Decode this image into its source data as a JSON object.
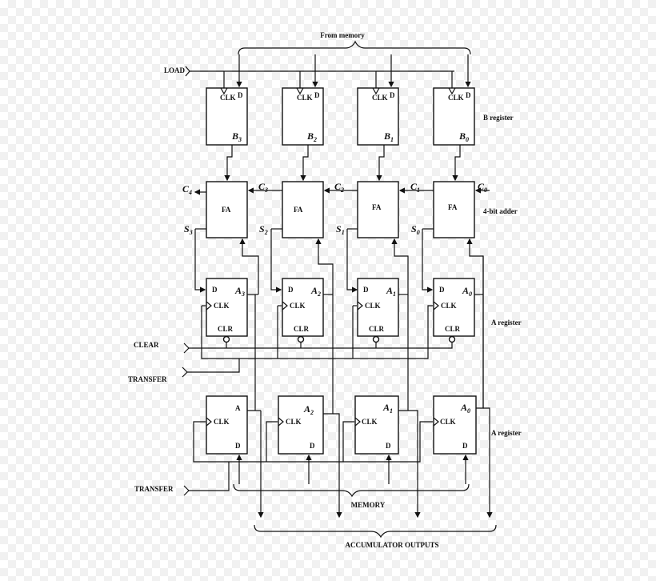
{
  "labels": {
    "from_memory": "From memory",
    "load": "LOAD",
    "clear": "CLEAR",
    "transfer_1": "TRANSFER",
    "transfer_2": "TRANSFER",
    "memory": "MEMORY",
    "accumulator_outputs": "ACCUMULATOR OUTPUTS",
    "b_register": "B register",
    "adder": "4-bit adder",
    "a_register_1": "A register",
    "a_register_2": "A register"
  },
  "b_register": [
    {
      "clk": "CLK",
      "d": "D",
      "bit": "B",
      "sub": "3"
    },
    {
      "clk": "CLK",
      "d": "D",
      "bit": "B",
      "sub": "2"
    },
    {
      "clk": "CLK",
      "d": "D",
      "bit": "B",
      "sub": "1"
    },
    {
      "clk": "CLK",
      "d": "D",
      "bit": "B",
      "sub": "0"
    }
  ],
  "adders": [
    {
      "label": "FA",
      "carry_out": "C",
      "carry_out_sub": "4",
      "sum": "S",
      "sum_sub": "3"
    },
    {
      "label": "FA",
      "carry_out": "C",
      "carry_out_sub": "3",
      "sum": "S",
      "sum_sub": "2"
    },
    {
      "label": "FA",
      "carry_out": "C",
      "carry_out_sub": "2",
      "sum": "S",
      "sum_sub": "1"
    },
    {
      "label": "FA",
      "carry_out": "C",
      "carry_out_sub": "1",
      "sum": "S",
      "sum_sub": "0"
    }
  ],
  "adder_carry_in": {
    "label": "C",
    "sub": "0"
  },
  "a_register": [
    {
      "d": "D",
      "clk": "CLK",
      "clr": "CLR",
      "bit": "A",
      "sub": "3"
    },
    {
      "d": "D",
      "clk": "CLK",
      "clr": "CLR",
      "bit": "A",
      "sub": "2"
    },
    {
      "d": "D",
      "clk": "CLK",
      "clr": "CLR",
      "bit": "A",
      "sub": "1"
    },
    {
      "d": "D",
      "clk": "CLK",
      "clr": "CLR",
      "bit": "A",
      "sub": "0"
    }
  ],
  "out_register": [
    {
      "clk": "CLK",
      "d": "D",
      "bit": "A",
      "sub": ""
    },
    {
      "clk": "CLK",
      "d": "D",
      "bit": "A",
      "sub": "2"
    },
    {
      "clk": "CLK",
      "d": "D",
      "bit": "A",
      "sub": "1"
    },
    {
      "clk": "CLK",
      "d": "D",
      "bit": "A",
      "sub": "0"
    }
  ]
}
